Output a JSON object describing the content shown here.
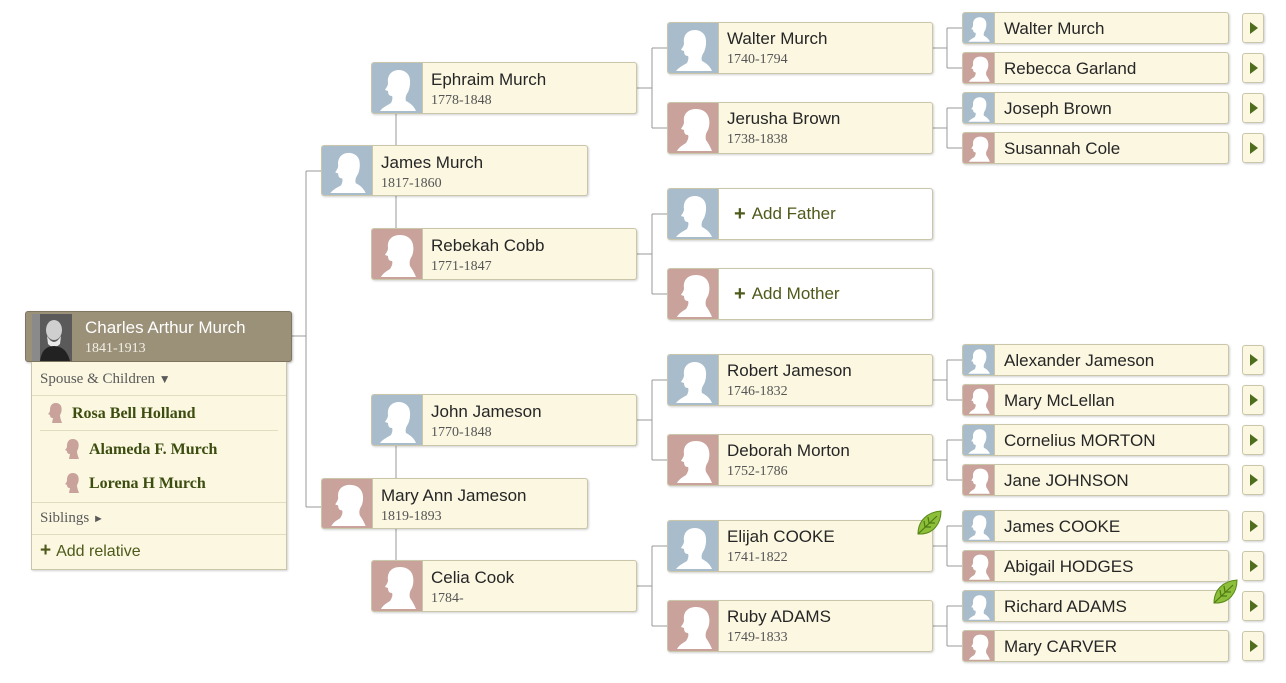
{
  "focus": {
    "name": "Charles Arthur Murch",
    "dates": "1841-1913"
  },
  "panel": {
    "spouse_children": "Spouse & Children",
    "spouse_children_arrow": "▼",
    "spouse": "Rosa Bell Holland",
    "children": [
      "Alameda F. Murch",
      "Lorena H Murch"
    ],
    "siblings": "Siblings",
    "siblings_arrow": "►",
    "add_relative": "Add relative",
    "add_plus": "+"
  },
  "g1": {
    "father": {
      "name": "James Murch",
      "dates": "1817-1860"
    },
    "mother": {
      "name": "Mary Ann Jameson",
      "dates": "1819-1893"
    }
  },
  "g2": {
    "ephraim": {
      "name": "Ephraim Murch",
      "dates": "1778-1848"
    },
    "rebekah": {
      "name": "Rebekah Cobb",
      "dates": "1771-1847"
    },
    "john": {
      "name": "John Jameson",
      "dates": "1770-1848"
    },
    "celia": {
      "name": "Celia Cook",
      "dates": "1784-"
    }
  },
  "g3": {
    "walter": {
      "name": "Walter Murch",
      "dates": "1740-1794"
    },
    "jerusha": {
      "name": "Jerusha Brown",
      "dates": "1738-1838"
    },
    "add_father": "Add Father",
    "add_mother": "Add Mother",
    "add_plus": "+",
    "robert": {
      "name": "Robert Jameson",
      "dates": "1746-1832"
    },
    "deborah": {
      "name": "Deborah Morton",
      "dates": "1752-1786"
    },
    "elijah": {
      "name": "Elijah COOKE",
      "dates": "1741-1822"
    },
    "ruby": {
      "name": "Ruby ADAMS",
      "dates": "1749-1833"
    }
  },
  "g4": [
    "Walter Murch",
    "Rebecca Garland",
    "Joseph Brown",
    "Susannah Cole",
    "Alexander Jameson",
    "Mary McLellan",
    "Cornelius MORTON",
    "Jane JOHNSON",
    "James COOKE",
    "Abigail HODGES",
    "Richard ADAMS",
    "Mary CARVER"
  ],
  "icons": {
    "male": "male-silhouette-icon",
    "female": "female-silhouette-icon",
    "hint": "leaf-hint-icon",
    "expand": "expand-arrow-icon"
  },
  "colors": {
    "card_bg": "#fbf7e1",
    "male": "#a9bccc",
    "female": "#c9a29c",
    "focus": "#9b9078",
    "accent": "#4e6e1d"
  }
}
